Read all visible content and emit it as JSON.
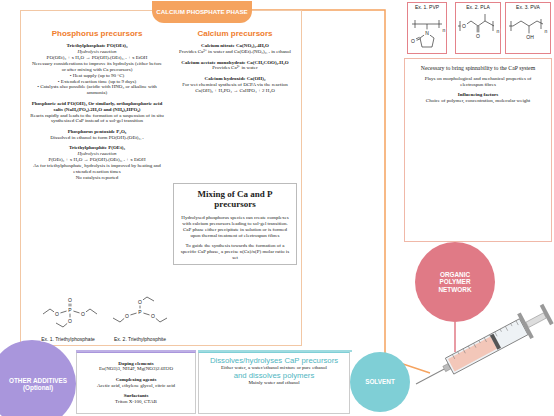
{
  "diagram": {
    "nodes": [
      {
        "text": [
          "CALCIUM PHOSPHATE PHASE"
        ]
      },
      {
        "text": [
          "Phosphorus precursors",
          "Triethylphosphate PO(OEt)₃",
          "Hydrolysis reaction",
          "PO(OEt)₃ + x H₂O → PO(OH)ₓ(OEt)₃₋ₓ + x EtOH",
          "Necessary considerations to improve its hydrolysis (either before or after mixing with Ca precursors)",
          "• Heat supply (up to 90 °C)",
          "• Extended reaction time (up to 9 days)",
          "• Catalysts also possible (acidic with HNO₃ or alkaline with ammonia)",
          "Phosphoric acid PO(OH)₃ Or similarly, orthophosphoric acid salts (NaH₂(PO₄).2H₂O and (NH₄)₂HPO₄)",
          "Reacts rapidly and leads to the formation of a suspension of in situ synthesized CaP instead of a sol-gel transition",
          "Phosphorus pentoxide P₂O₅",
          "Dissolved in ethanol to form PO(OH)ₓ(OEt)₃₋ₓ",
          "Triethylphosphite P(OEt)₃",
          "Hydrolysis reaction",
          "P(OEt)₃ + x H₂O → PO(OH)ₓ(OEt)₃₋ₓ + x EtOH",
          "As for triethylphosphate, hydrolysis is improved by heating and extended reaction times",
          "No catalysis reported"
        ],
        "in": 0
      },
      {
        "text": [
          "Calcium precursors",
          "Calcium nitrate Ca(NO₃)₂.4H₂O",
          "Provides Ca²⁺ in water and Ca(OEt)ₓ(NO₃)₂₋ₓ in ethanol",
          "Calcium acetate monohydrate Ca(CH₃COO)₂.H₂O",
          "Provides Ca²⁺ in water",
          "Calcium hydroxide Ca(OH)₂",
          "For wet chemical synthesis of DCPA via the reaction",
          "Ca(OH)₂ + H₃PO₄ → CaHPO₄ + 2 H₂O"
        ],
        "in": 0
      },
      {
        "text": [
          "Mixing of Ca and P precursors",
          "Hydrolysed phosphorus species can create complexes with calcium precursors leading to sol-gel transition. CaP phase either precipitate in solution or is formed upon thermal treatment of electrospun fibres",
          "To guide the synthesis towards the formation of a specific CaP phase, a precise n(Ca)/n(P) molar ratio is set"
        ],
        "in": 0
      },
      {
        "text": [
          "Ex. 1. PVP"
        ]
      },
      {
        "text": [
          "Ex. 2. PLA"
        ]
      },
      {
        "text": [
          "Ex. 3. PVA"
        ]
      },
      {
        "text": [
          "Necessary to bring spinnability to the CaP system",
          "Plays on morphological and mechanical properties of electrospun fibres",
          "Influencing factors",
          "Choice of polymer, concentration, molecular weight"
        ]
      },
      {
        "text": [
          "ORGANIC POLYMER NETWORK"
        ]
      },
      {
        "text": [
          "OTHER ADDITIVES (Optional)"
        ]
      },
      {
        "text": [
          "Doping elements",
          "Eu(NO3)3, NH4F, Mg(NO3)2.6H2O",
          "Complexing agents",
          "Acetic acid, ethylene glycol, citric acid",
          "Surfactants",
          "Triton X-100, CTAB"
        ]
      },
      {
        "text": [
          "Dissolves/hydrolyses CaP precursors",
          "Either water, a water/ethanol mixture or pure ethanol",
          "and dissolves polymers",
          "Mainly water and ethanol"
        ]
      },
      {
        "text": [
          "SOLVENT"
        ]
      }
    ],
    "labels": [
      "Ex. 1. Triethylphosphate",
      "Ex. 2. Triethylphosphite",
      "O",
      "P",
      "O",
      "O",
      "O",
      "P",
      "O",
      "O",
      "O",
      "N",
      "O",
      "n",
      "O",
      "O",
      "n",
      "OH",
      "n"
    ]
  }
}
